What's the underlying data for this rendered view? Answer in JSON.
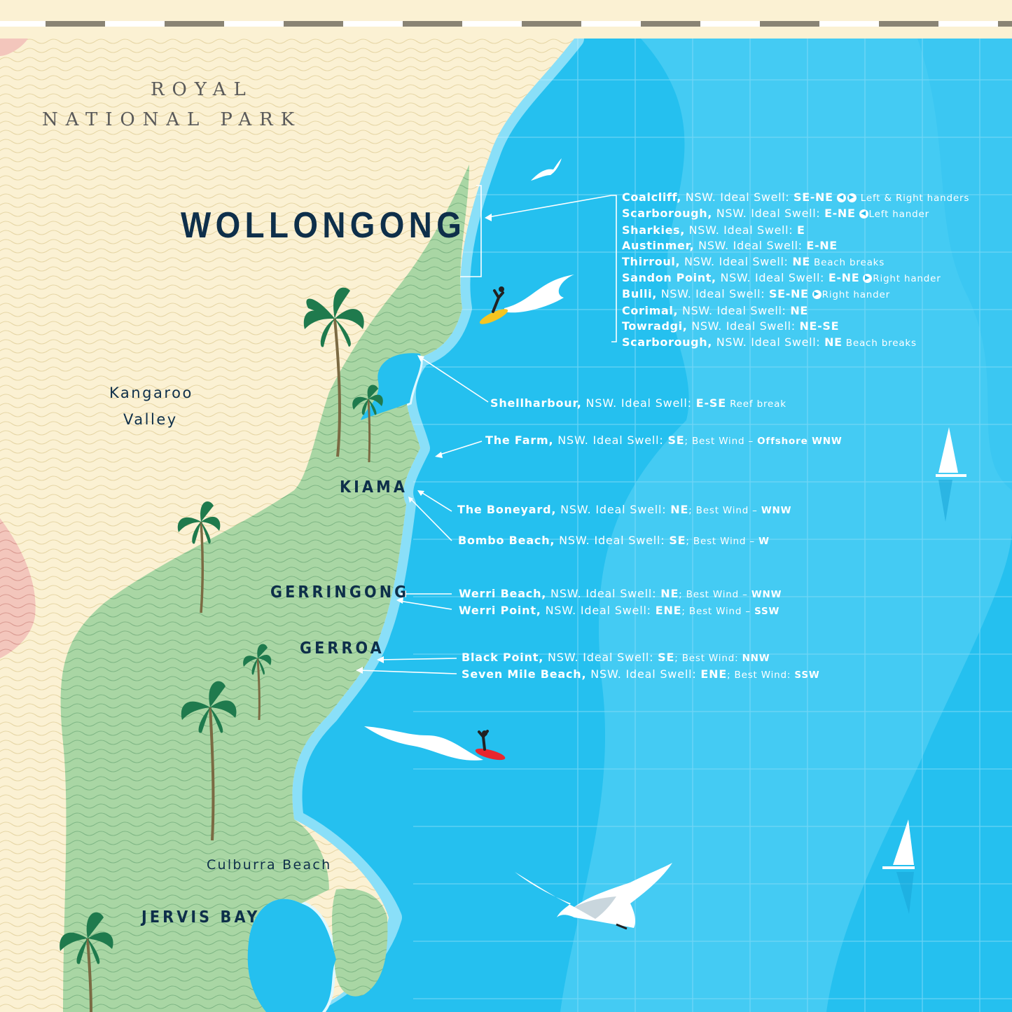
{
  "colors": {
    "ocean": "#25c0ef",
    "ocean_light": "#4dd0f5",
    "land": "#fbf1d3",
    "park_green": "#a9d6a4",
    "pink_zone": "#f3c6bc",
    "label_dark": "#0e2f4a"
  },
  "region_labels": {
    "royal_line1": "ROYAL",
    "royal_line2": "NATIONAL PARK",
    "city": "WOLLONGONG",
    "kangaroo_line1": "Kangaroo",
    "kangaroo_line2": "Valley",
    "kiama": "KIAMA",
    "gerringong": "GERRINGONG",
    "gerroa": "GERROA",
    "culburra": "Culburra Beach",
    "jervis": "JERVIS BAY"
  },
  "northern_spots": [
    {
      "name": "Coalcliff,",
      "rest": " NSW. Ideal Swell: ",
      "swell": "SE-NE",
      "icon": "left-right-arrow-icons",
      "note": " Left & Right handers"
    },
    {
      "name": "Scarborough,",
      "rest": " NSW. Ideal Swell: ",
      "swell": "E-NE",
      "icon": "left-arrow-icon",
      "note": "Left hander"
    },
    {
      "name": "Sharkies,",
      "rest": " NSW. Ideal Swell: ",
      "swell": "E",
      "icon": "",
      "note": ""
    },
    {
      "name": "Austinmer,",
      "rest": " NSW. Ideal Swell: ",
      "swell": "E-NE",
      "icon": "",
      "note": ""
    },
    {
      "name": "Thirroul,",
      "rest": " NSW. Ideal Swell: ",
      "swell": "NE",
      "icon": "",
      "note": " Beach breaks"
    },
    {
      "name": "Sandon Point,",
      "rest": " NSW. Ideal Swell: ",
      "swell": "E-NE",
      "icon": "right-arrow-icon",
      "note": "Right hander"
    },
    {
      "name": "Bulli,",
      "rest": " NSW. Ideal Swell: ",
      "swell": "SE-NE",
      "icon": "right-arrow-icon",
      "note": "Right hander"
    },
    {
      "name": "Corimal,",
      "rest": " NSW. Ideal Swell: ",
      "swell": "NE",
      "icon": "",
      "note": ""
    },
    {
      "name": "Towradgi,",
      "rest": " NSW. Ideal Swell: ",
      "swell": "NE-SE",
      "icon": "",
      "note": ""
    },
    {
      "name": "Scarborough,",
      "rest": " NSW. Ideal Swell: ",
      "swell": "NE",
      "icon": "",
      "note": " Beach breaks"
    }
  ],
  "spots": {
    "shellharbour": {
      "name": "Shellharbour,",
      "rest": " NSW. Ideal Swell: ",
      "swell": "E-SE",
      "note": " Reef break"
    },
    "farm": {
      "name": "The Farm,",
      "rest": " NSW. Ideal Swell: ",
      "swell": "SE",
      "note": "; Best Wind – ",
      "wind": "Offshore WNW"
    },
    "boneyard": {
      "name": "The Boneyard,",
      "rest": " NSW. Ideal Swell: ",
      "swell": "NE",
      "note": "; Best Wind – ",
      "wind": "WNW"
    },
    "bombo": {
      "name": "Bombo Beach,",
      "rest": " NSW. Ideal Swell: ",
      "swell": "SE",
      "note": "; Best Wind – ",
      "wind": "W"
    },
    "werri_beach": {
      "name": "Werri Beach,",
      "rest": " NSW. Ideal Swell: ",
      "swell": "NE",
      "note": "; Best Wind – ",
      "wind": "WNW"
    },
    "werri_point": {
      "name": "Werri Point,",
      "rest": " NSW. Ideal Swell: ",
      "swell": "ENE",
      "note": "; Best Wind – ",
      "wind": "SSW"
    },
    "black_point": {
      "name": "Black Point,",
      "rest": " NSW. Ideal Swell: ",
      "swell": "SE",
      "note": "; Best Wind: ",
      "wind": "NNW"
    },
    "seven_mile": {
      "name": "Seven Mile Beach,",
      "rest": " NSW. Ideal Swell: ",
      "swell": "ENE",
      "note": "; Best Wind: ",
      "wind": "SSW"
    }
  },
  "icons": [
    "palm-tree-icon",
    "seagull-icon",
    "surfer-icon",
    "sailboat-icon"
  ]
}
